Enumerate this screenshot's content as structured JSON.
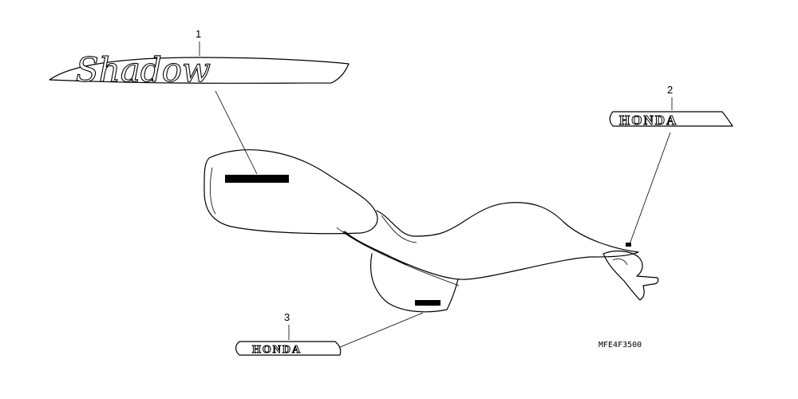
{
  "callouts": [
    {
      "number": "1",
      "part": "Shadow"
    },
    {
      "number": "2",
      "part": "HONDA"
    },
    {
      "number": "3",
      "part": "HONDA"
    }
  ],
  "diagram_code": "MFE4F3500"
}
